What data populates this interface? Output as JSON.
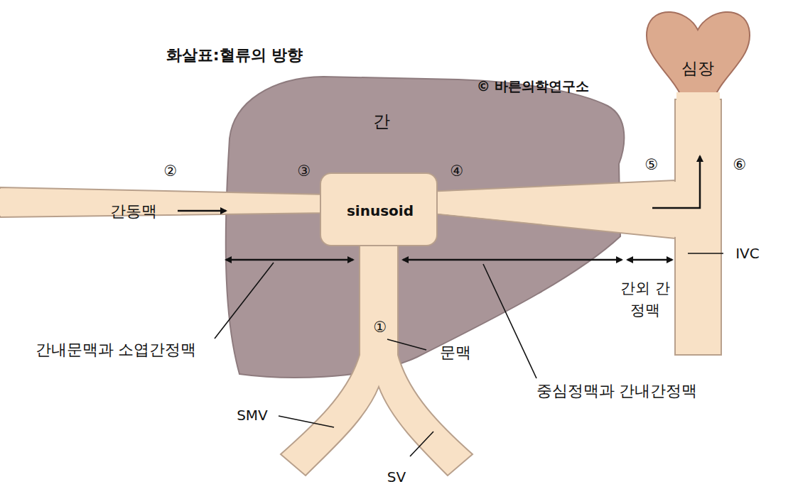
{
  "diagram": {
    "title": "화살표:혈류의 방향",
    "nodes": [
      {
        "text": [
          "간"
        ]
      },
      {
        "text": [
          "sinusoid"
        ],
        "in": 0
      },
      {
        "text": [
          "심장"
        ]
      }
    ],
    "labels": [
      "© 바른의학연구소",
      "②",
      "③",
      "④",
      "⑤",
      "⑥",
      "간동맥",
      "간내문맥과 소엽간정맥",
      "①",
      "문맥",
      "SMV",
      "SV",
      "중심정맥과 간내간정맥",
      "간외 간정맥",
      "IVC"
    ]
  }
}
